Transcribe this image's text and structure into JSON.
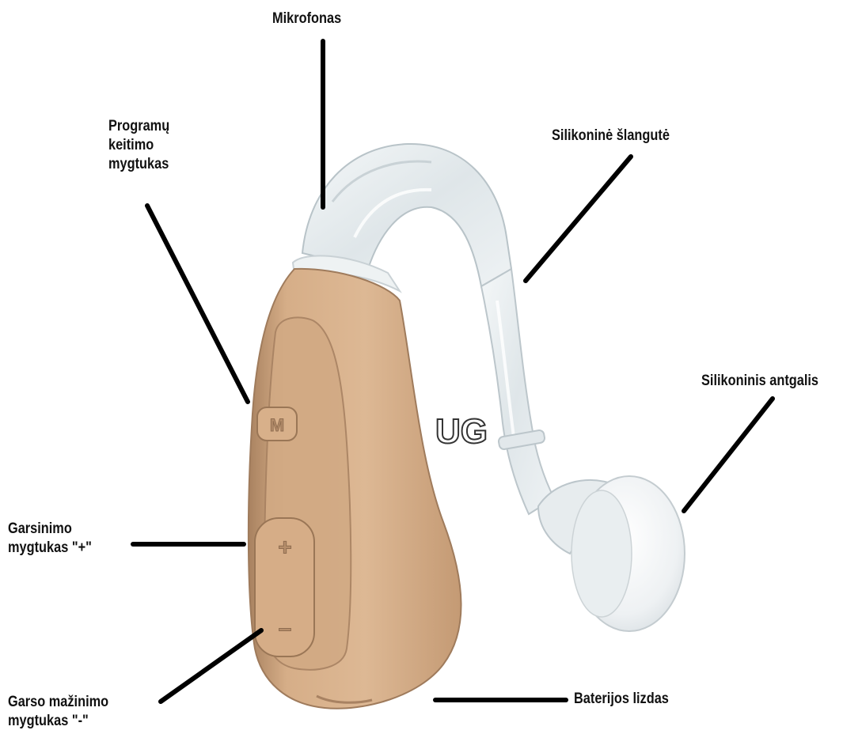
{
  "labels": {
    "microphone": "Mikrofonas",
    "program_button": "Programų\nkeitimo\nmygtukas",
    "silicone_tube": "Silikoninė šlangutė",
    "silicone_tip": "Silikoninis antgalis",
    "volume_up": "Garsinimo\nmygtukas \"+\"",
    "volume_down": "Garso mažinimo\nmygtukas \"-\"",
    "battery": "Baterijos lizdas"
  },
  "watermark": "UG",
  "device": {
    "button_symbols": {
      "program": "M",
      "plus": "+",
      "minus": "–"
    },
    "colors": {
      "body": "#d9b28c",
      "body_shadow": "#b38b67",
      "transparent_tube": "#e6ecef",
      "line": "#000000"
    }
  }
}
